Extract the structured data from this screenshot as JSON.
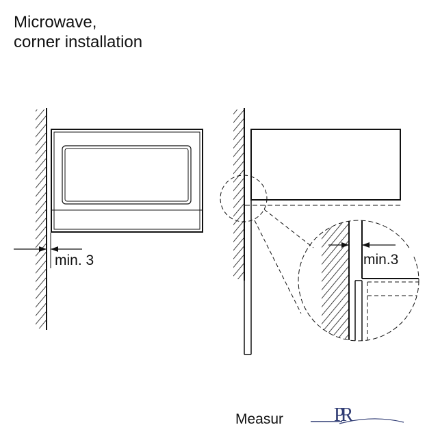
{
  "title": {
    "line1": "Microwave,",
    "line2": "corner installation"
  },
  "labels": {
    "left_dimension": "min. 3",
    "detail_dimension": "min.3",
    "footer_text": "Measur"
  },
  "logo": {
    "letters": "PR"
  },
  "colors": {
    "ink": "#111111",
    "logo_blue": "#2f3b73",
    "background": "#ffffff"
  }
}
